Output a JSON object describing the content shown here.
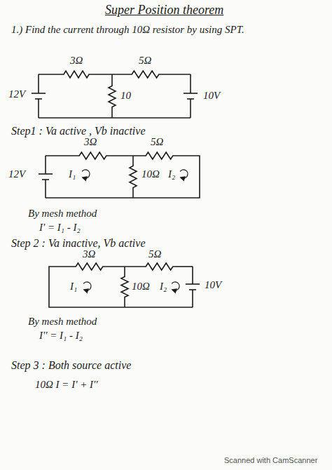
{
  "diagram": {
    "title": "Super Position theorem",
    "labels": [
      "1.) Find the current through 10Ω resistor by using SPT.",
      "3Ω",
      "5Ω",
      "12V",
      "10",
      "10V",
      "Step1 : Va active , Vb inactive",
      "3Ω",
      "5Ω",
      "12V",
      "I₁",
      "10Ω",
      "I₂",
      "By mesh method",
      "I' = I₁ - I₂",
      "Step 2 : Va inactive, Vb active",
      "3Ω",
      "5Ω",
      "I₁",
      "10Ω",
      "I₂",
      "10V",
      "By mesh method",
      "I'' = I₁ - I₂",
      "Step 3 : Both source active",
      "10Ω I = I' + I''",
      "Scanned with CamScanner"
    ]
  }
}
